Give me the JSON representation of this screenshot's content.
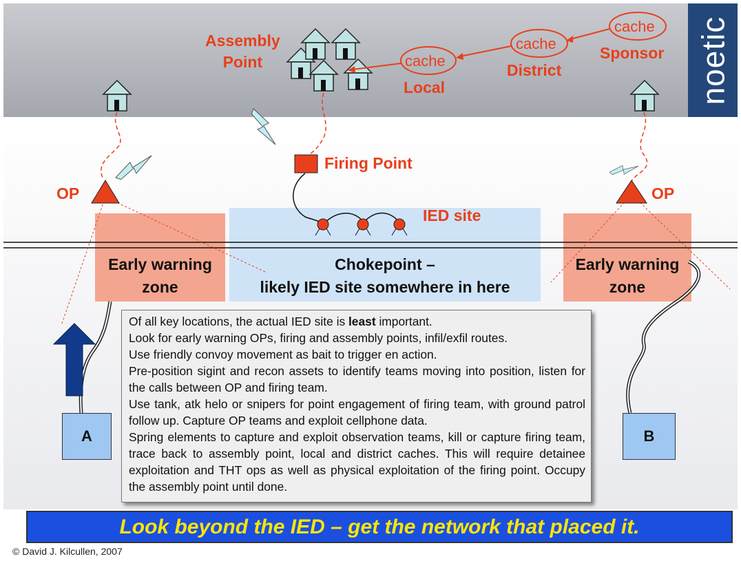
{
  "brand": {
    "name": "noetic"
  },
  "labels": {
    "assembly_point": "Assembly\nPoint",
    "cache_local": "cache",
    "cache_district": "cache",
    "cache_sponsor": "cache",
    "local": "Local",
    "district": "District",
    "sponsor": "Sponsor",
    "firing_point": "Firing Point",
    "ied_site": "IED site",
    "op_left": "OP",
    "op_right": "OP",
    "zone_left": "Early warning\nzone",
    "zone_right": "Early warning\nzone",
    "chokepoint": "Chokepoint –\nlikely IED site somewhere in here",
    "box_a": "A",
    "box_b": "B"
  },
  "notes": {
    "line1_before": "Of all key locations, the actual IED site is ",
    "line1_bold": "least",
    "line1_after": " important.",
    "line2": "Look for early warning OPs, firing and assembly points, infil/exfil routes.",
    "line3": "Use friendly convoy movement as bait to trigger en action.",
    "line4": "Pre-position sigint and recon assets to identify teams moving into position, listen for the calls between OP and firing team.",
    "line5": "Use tank, atk helo or snipers for point engagement of firing team, with ground patrol follow up. Capture OP teams and exploit cellphone data.",
    "line6": "Spring elements to capture and exploit observation teams, kill or capture firing team, trace back to assembly point, local and district caches. This will require detainee exploitation and THT ops as well as physical exploitation of the firing point. Occupy the assembly point until done."
  },
  "banner": "Look beyond the IED – get the network that placed it.",
  "copyright": "© David J. Kilcullen, 2007",
  "colors": {
    "label_red": "#e8401c",
    "zone": "#f4a58f",
    "chokepoint": "#cfe3f7",
    "banner_bg": "#1a4fe0",
    "banner_text": "#ffe500",
    "brand_bg": "#24477a"
  }
}
